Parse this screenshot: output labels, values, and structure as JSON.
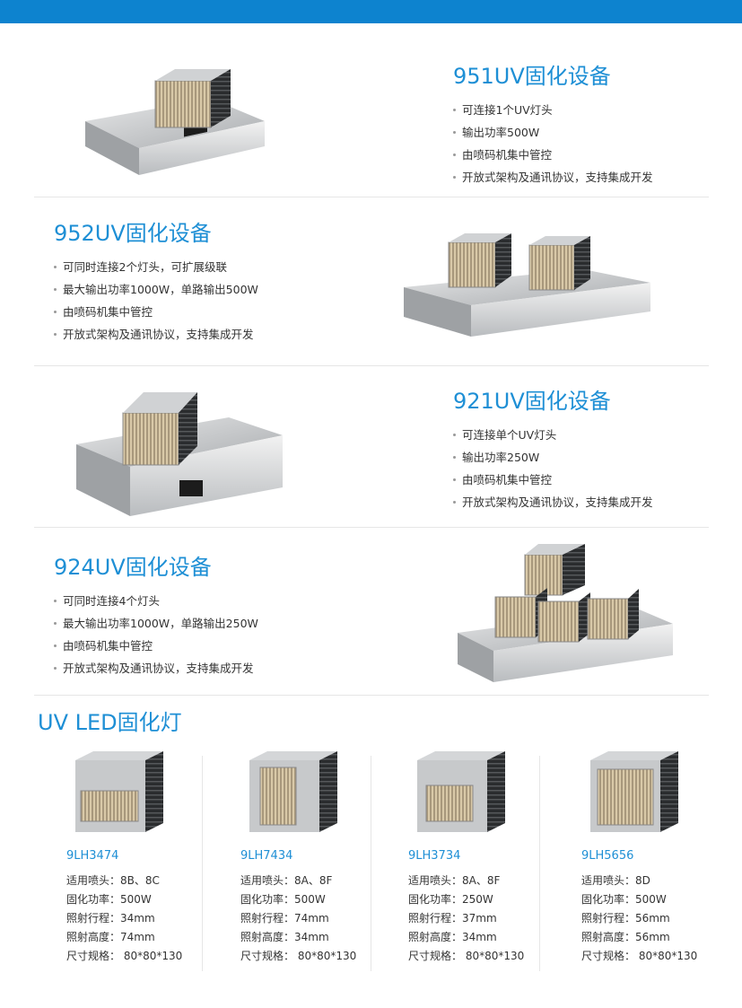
{
  "products": [
    {
      "title": "951UV固化设备",
      "bullets": [
        "可连接1个UV灯头",
        "输出功率500W",
        "由喷码机集中管控",
        "开放式架构及通讯协议，支持集成开发"
      ]
    },
    {
      "title": "952UV固化设备",
      "bullets": [
        "可同时连接2个灯头，可扩展级联",
        "最大输出功率1000W，单路输出500W",
        "由喷码机集中管控",
        "开放式架构及通讯协议，支持集成开发"
      ]
    },
    {
      "title": "921UV固化设备",
      "bullets": [
        "可连接单个UV灯头",
        "输出功率250W",
        "由喷码机集中管控",
        "开放式架构及通讯协议，支持集成开发"
      ]
    },
    {
      "title": "924UV固化设备",
      "bullets": [
        "可同时连接4个灯头",
        "最大输出功率1000W，单路输出250W",
        "由喷码机集中管控",
        "开放式架构及通讯协议，支持集成开发"
      ]
    }
  ],
  "led_section_title": "UV LED固化灯",
  "lamps": [
    {
      "model": "9LH3474",
      "specs": [
        "适用喷头：8B、8C",
        "固化功率：500W",
        "照射行程：34mm",
        "照射高度：74mm",
        "尺寸规格： 80*80*130"
      ]
    },
    {
      "model": "9LH7434",
      "specs": [
        "适用喷头：8A、8F",
        "固化功率：500W",
        "照射行程：74mm",
        "照射高度：34mm",
        "尺寸规格： 80*80*130"
      ]
    },
    {
      "model": "9LH3734",
      "specs": [
        "适用喷头：8A、8F",
        "固化功率：250W",
        "照射行程：37mm",
        "照射高度：34mm",
        "尺寸规格： 80*80*130"
      ]
    },
    {
      "model": "9LH5656",
      "specs": [
        "适用喷头：8D",
        "固化功率：500W",
        "照射行程：56mm",
        "照射高度：56mm",
        "尺寸规格： 80*80*130"
      ]
    }
  ]
}
